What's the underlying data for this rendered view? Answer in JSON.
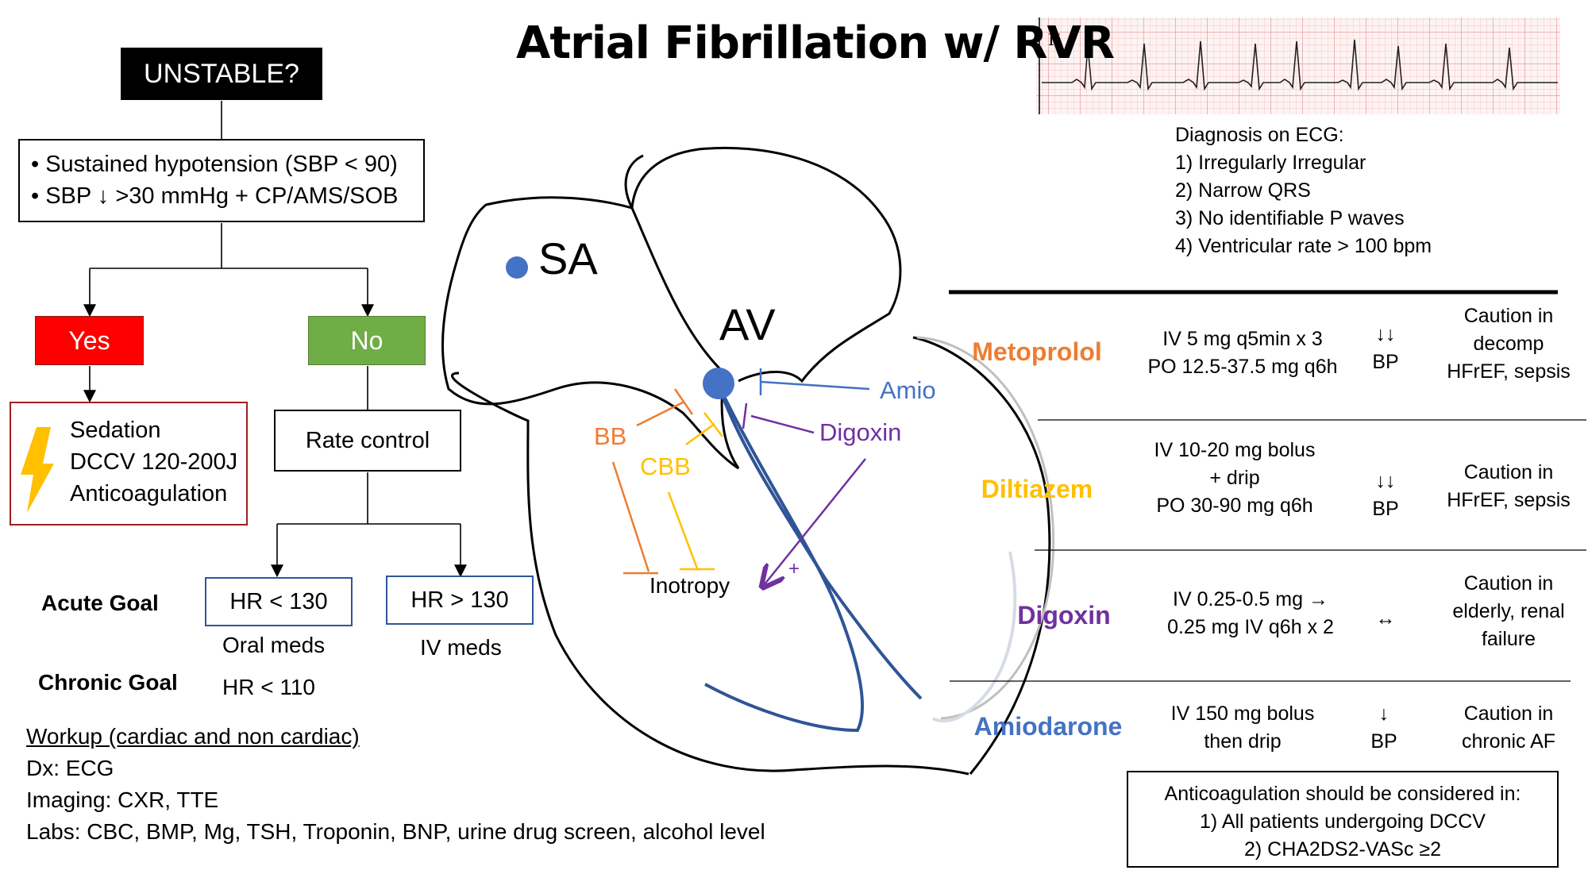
{
  "title": "Atrial Fibrillation w/ RVR",
  "flowchart": {
    "unstable": "UNSTABLE?",
    "criteria": [
      "• Sustained hypotension (SBP < 90)",
      "• SBP ↓ >30 mmHg + CP/AMS/SOB"
    ],
    "yes": "Yes",
    "no": "No",
    "unstable_treatment": [
      "Sedation",
      "DCCV 120-200J",
      "Anticoagulation"
    ],
    "rate_control": "Rate control",
    "hr_low": "HR < 130",
    "hr_high": "HR > 130",
    "oral": "Oral meds",
    "iv": "IV meds",
    "acute_goal": "Acute Goal",
    "chronic_goal": "Chronic Goal",
    "chronic_value": "HR < 110"
  },
  "workup": {
    "heading": "Workup (cardiac and non cardiac)",
    "dx": "Dx: ECG",
    "imaging": "Imaging: CXR, TTE",
    "labs": "Labs: CBC, BMP, Mg, TSH, Troponin, BNP, urine drug screen, alcohol level"
  },
  "heart": {
    "sa": "SA",
    "av": "AV",
    "amio": "Amio",
    "digoxin": "Digoxin",
    "bb": "BB",
    "cbb": "CBB",
    "inotropy": "Inotropy",
    "plus": "+"
  },
  "ecg": {
    "lead": "II",
    "diagnosis": [
      "Diagnosis on ECG:",
      "1) Irregularly Irregular",
      "2) Narrow QRS",
      "3) No identifiable P waves",
      "4) Ventricular rate > 100 bpm"
    ]
  },
  "drugs": [
    {
      "name": "Metoprolol",
      "color": "#ed7d31",
      "dose": [
        "IV 5 mg q5min x 3",
        "PO 12.5-37.5 mg q6h"
      ],
      "bp": [
        "↓↓",
        "BP"
      ],
      "caution": [
        "Caution in",
        "decomp",
        "HFrEF, sepsis"
      ]
    },
    {
      "name": "Diltiazem",
      "color": "#ffc000",
      "dose": [
        "IV 10-20 mg bolus",
        "+ drip",
        "PO 30-90 mg q6h"
      ],
      "bp": [
        "↓↓",
        "BP"
      ],
      "caution": [
        "Caution in",
        "HFrEF, sepsis"
      ]
    },
    {
      "name": "Digoxin",
      "color": "#7030a0",
      "dose": [
        "IV 0.25-0.5 mg →",
        "0.25 mg IV q6h x 2"
      ],
      "bp": [
        "↔"
      ],
      "caution": [
        "Caution in",
        "elderly, renal",
        "failure"
      ]
    },
    {
      "name": "Amiodarone",
      "color": "#4472c4",
      "dose": [
        "IV 150 mg bolus",
        "then drip"
      ],
      "bp": [
        "↓",
        "BP"
      ],
      "caution": [
        "Caution in",
        "chronic AF"
      ]
    }
  ],
  "anticoagulation": [
    "Anticoagulation should be considered in:",
    "1) All patients undergoing DCCV",
    "2) CHA2DS2-VASc ≥2"
  ],
  "colors": {
    "bb": "#ed7d31",
    "cbb": "#ffc000",
    "digoxin": "#7030a0",
    "amio": "#4472c4",
    "conduction": "#1f3864",
    "sa_node": "#4472c4"
  }
}
